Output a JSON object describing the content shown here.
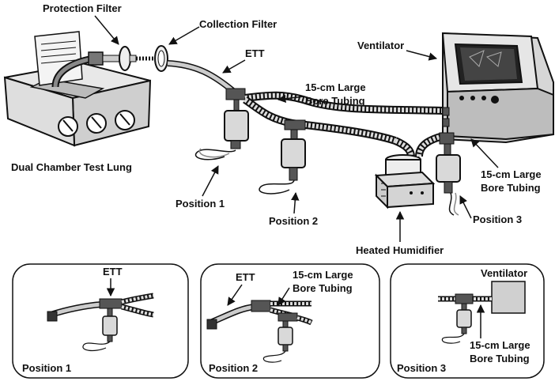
{
  "main": {
    "protection_filter": "Protection Filter",
    "collection_filter": "Collection Filter",
    "ventilator": "Ventilator",
    "ett": "ETT",
    "tubing_top_line1": "15-cm Large",
    "tubing_top_line2": "Bore Tubing",
    "test_lung": "Dual Chamber Test Lung",
    "tubing_right_line1": "15-cm Large",
    "tubing_right_line2": "Bore Tubing",
    "position1": "Position 1",
    "position2": "Position 2",
    "position3": "Position 3",
    "humidifier": "Heated Humidifier"
  },
  "insets": [
    {
      "position": "Position 1",
      "ett": "ETT"
    },
    {
      "position": "Position 2",
      "ett": "ETT",
      "tubing_line1": "15-cm Large",
      "tubing_line2": "Bore Tubing"
    },
    {
      "position": "Position 3",
      "ventilator": "Ventilator",
      "tubing_line1": "15-cm Large",
      "tubing_line2": "Bore Tubing"
    }
  ],
  "colors": {
    "ink": "#111111",
    "tube_fill": "#cfcfcf",
    "device_fill": "#d9d9d9"
  }
}
